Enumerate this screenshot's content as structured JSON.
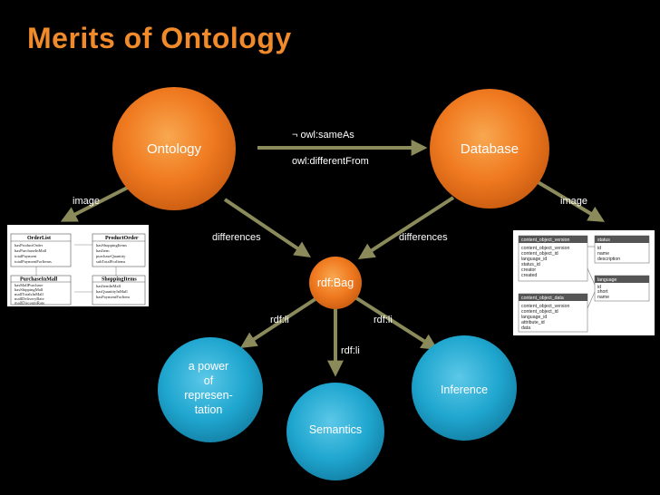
{
  "title": "Merits of Ontology",
  "nodes": {
    "ontology": "Ontology",
    "database": "Database",
    "rdf_bag": "rdf:Bag",
    "power": [
      "a power",
      "of",
      "represen-",
      "tation"
    ],
    "semantics": "Semantics",
    "inference": "Inference"
  },
  "edges": {
    "not_same_as": "¬ owl:sameAs",
    "different_from": "owl:differentFrom",
    "image_left": "image",
    "image_right": "image",
    "differences_left": "differences",
    "differences_right": "differences",
    "rdf_li_left": "rdf:li",
    "rdf_li_center": "rdf:li",
    "rdf_li_right": "rdf:li"
  },
  "uml_image": {
    "classes": [
      {
        "name": "OrderList",
        "items": [
          "hasProductOrder",
          "hasPurchaseInMall",
          "totalPayment",
          "totalPaymentForItems"
        ]
      },
      {
        "name": "ProductOrder",
        "items": [
          "hasShoppingItems",
          "hasItem",
          "purchaseQuantity",
          "subTotalForItems"
        ]
      },
      {
        "name": "PurchaseInMall",
        "items": [
          "hasMallPurchase",
          "hasShippingMall",
          "mallTotalsInMall",
          "mallDeliveryRate",
          "mallDiscountRate"
        ]
      },
      {
        "name": "ShoppingItems",
        "items": [
          "hasItemInMall",
          "hasQuantityInMall",
          "hasPaymentForItem"
        ]
      }
    ]
  },
  "db_image": {
    "tables": [
      {
        "name": "content_object_version",
        "items": [
          "content_object_version",
          "content_object_id",
          "language_id",
          "status_id",
          "creator",
          "created"
        ]
      },
      {
        "name": "status",
        "items": [
          "id",
          "name",
          "description"
        ]
      },
      {
        "name": "language",
        "items": [
          "id",
          "short",
          "name"
        ]
      },
      {
        "name": "content_object_data",
        "items": [
          "content_object_version",
          "content_object_id",
          "language_id",
          "attribute_id",
          "data"
        ]
      }
    ]
  },
  "colors": {
    "title": "#f08a2a",
    "ontology_node": "#f07a20",
    "database_node": "#f07a20",
    "leaf_node": "#1fa6cf",
    "edge": "#8a8a5a"
  }
}
